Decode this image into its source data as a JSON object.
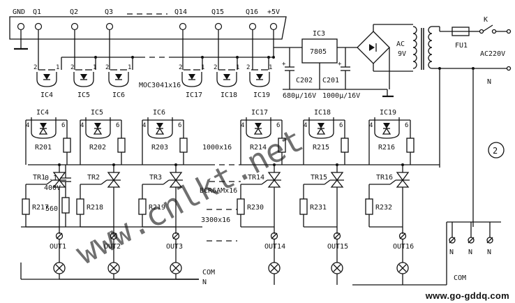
{
  "header_terminals": [
    "GND",
    "Q1",
    "Q2",
    "Q3",
    "Q14",
    "Q15",
    "Q16",
    "+5V"
  ],
  "regulator": {
    "ref": "IC3",
    "part": "7805"
  },
  "bridge": {
    "label1": "AC",
    "label2": "9V"
  },
  "caps_supply": [
    {
      "ref": "C202",
      "value": "680µ/16V"
    },
    {
      "ref": "C201",
      "value": "1000µ/16V"
    }
  ],
  "fuse": "FU1",
  "switch": "K",
  "mains": {
    "voltage": "AC220V",
    "neutral": "N"
  },
  "optos_top": [
    "IC4",
    "IC5",
    "IC6",
    "IC17",
    "IC18",
    "IC19"
  ],
  "opto_note": "MOC3041x16",
  "pin_labels": {
    "p1": "1",
    "p2": "2",
    "p4": "4",
    "p6": "6"
  },
  "channels": [
    {
      "ic": "IC4",
      "r_gate": "R201",
      "triac": "TR1",
      "r_snub": "R217",
      "out": "OUT1"
    },
    {
      "ic": "IC5",
      "r_gate": "R202",
      "triac": "TR2",
      "r_snub": "R218",
      "out": "OUT2"
    },
    {
      "ic": "IC6",
      "r_gate": "R203",
      "triac": "TR3",
      "r_snub": "R219",
      "out": "OUT3"
    },
    {
      "ic": "IC17",
      "r_gate": "R214",
      "triac": "TR14",
      "r_snub": "R230",
      "out": "OUT14"
    },
    {
      "ic": "IC18",
      "r_gate": "R215",
      "triac": "TR15",
      "r_snub": "R231",
      "out": "OUT15"
    },
    {
      "ic": "IC19",
      "r_gate": "R216",
      "triac": "TR16",
      "r_snub": "R232",
      "out": "OUT16"
    }
  ],
  "snubber": {
    "cap": "0.1",
    "cap_v": "400V",
    "res": "560"
  },
  "notes": {
    "r_gate": "1000x16",
    "triac": "BCR6AMx16",
    "r_snub": "3300x16"
  },
  "com_label": "COM",
  "com_n": "N",
  "n_terminals": [
    "N",
    "N",
    "N"
  ],
  "circle_number": "2",
  "watermark": "www.cnlkt.net",
  "site": "www.go-gddq.com"
}
